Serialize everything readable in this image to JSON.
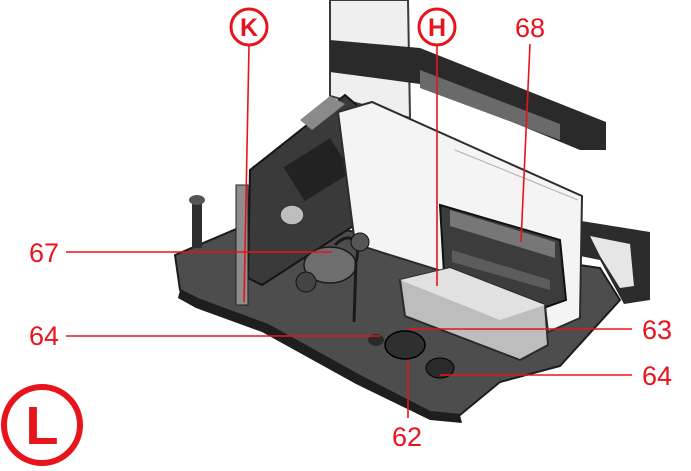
{
  "figure": {
    "background": "#ffffff",
    "accent_color": "#e8141b",
    "photo_tones": {
      "board": "#4a4a4a",
      "board_dark": "#1f1f1f",
      "panel": "#f2f2f2",
      "component": "#2c2c2c",
      "metal": "#9a9a9a"
    }
  },
  "markers": {
    "K": "K",
    "H": "H",
    "L": "L"
  },
  "callouts": {
    "c68": "68",
    "c67": "67",
    "c64_left": "64",
    "c63": "63",
    "c64_right": "64",
    "c62": "62"
  }
}
